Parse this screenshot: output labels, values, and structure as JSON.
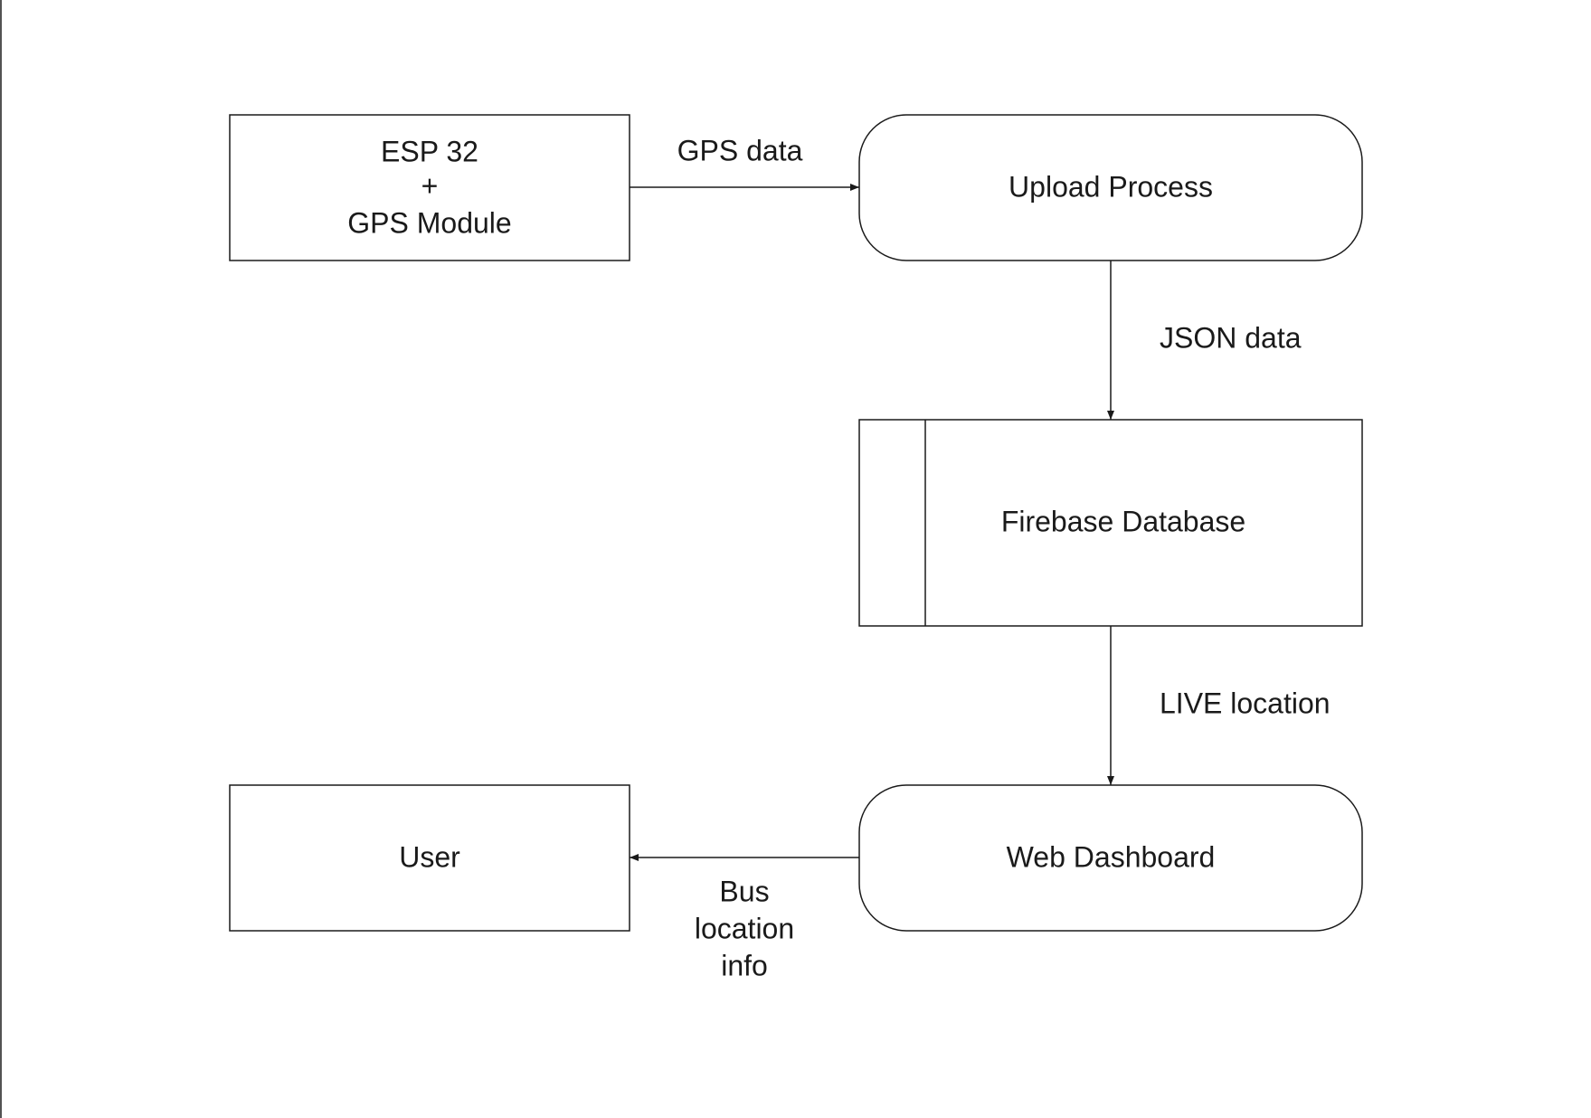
{
  "nodes": {
    "esp32": {
      "lines": [
        "ESP 32",
        "+",
        "GPS Module"
      ]
    },
    "upload": {
      "label": "Upload Process"
    },
    "firebase": {
      "label": "Firebase Database"
    },
    "dashboard": {
      "label": "Web Dashboard"
    },
    "user": {
      "label": "User"
    }
  },
  "edges": {
    "esp_to_upload": {
      "label": "GPS data"
    },
    "upload_to_firebase": {
      "label": "JSON data"
    },
    "firebase_to_dashboard": {
      "label": "LIVE location"
    },
    "dashboard_to_user": {
      "lines": [
        "Bus",
        "location",
        "info"
      ]
    }
  },
  "colors": {
    "stroke": "#1a1a1a",
    "text": "#1a1a1a",
    "background": "#ffffff"
  }
}
